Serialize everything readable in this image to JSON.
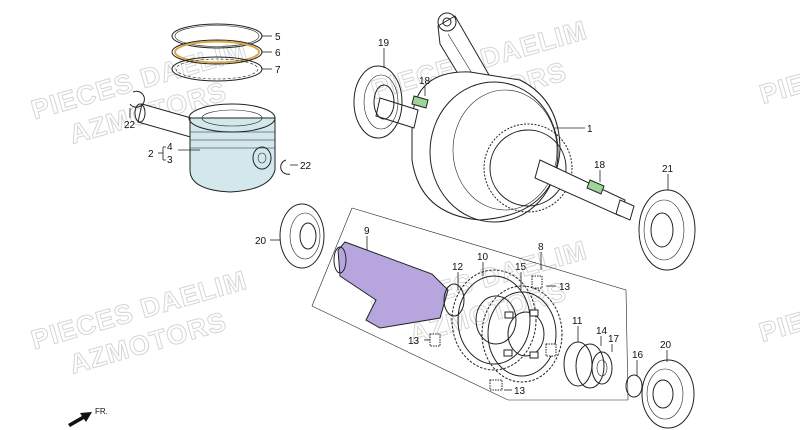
{
  "watermark": {
    "line1": "PIECES DAELIM",
    "line2": "AZMOTORS"
  },
  "direction_label": "FR.",
  "callouts": [
    {
      "id": "c5",
      "text": "5"
    },
    {
      "id": "c6",
      "text": "6"
    },
    {
      "id": "c7",
      "text": "7"
    },
    {
      "id": "c22a",
      "text": "22"
    },
    {
      "id": "c4",
      "text": "4"
    },
    {
      "id": "c2",
      "text": "2"
    },
    {
      "id": "c3",
      "text": "3"
    },
    {
      "id": "c22b",
      "text": "22"
    },
    {
      "id": "c19",
      "text": "19"
    },
    {
      "id": "c18a",
      "text": "18"
    },
    {
      "id": "c1",
      "text": "1"
    },
    {
      "id": "c18b",
      "text": "18"
    },
    {
      "id": "c21",
      "text": "21"
    },
    {
      "id": "c20a",
      "text": "20"
    },
    {
      "id": "c9",
      "text": "9"
    },
    {
      "id": "c10",
      "text": "10"
    },
    {
      "id": "c8",
      "text": "8"
    },
    {
      "id": "c12",
      "text": "12"
    },
    {
      "id": "c15",
      "text": "15"
    },
    {
      "id": "c13a",
      "text": "13"
    },
    {
      "id": "c11",
      "text": "11"
    },
    {
      "id": "c14",
      "text": "14"
    },
    {
      "id": "c17",
      "text": "17"
    },
    {
      "id": "c13b",
      "text": "13"
    },
    {
      "id": "c13c",
      "text": "13"
    },
    {
      "id": "c16",
      "text": "16"
    },
    {
      "id": "c20b",
      "text": "20"
    }
  ],
  "colors": {
    "piston": "#d3e8ec",
    "ring_highlight": "#f1cf7a",
    "crank_shaft": "#b7a6de",
    "gear_yellow": "#eff077",
    "gear_green": "#bde0bc",
    "key_green": "#9ed39a"
  }
}
